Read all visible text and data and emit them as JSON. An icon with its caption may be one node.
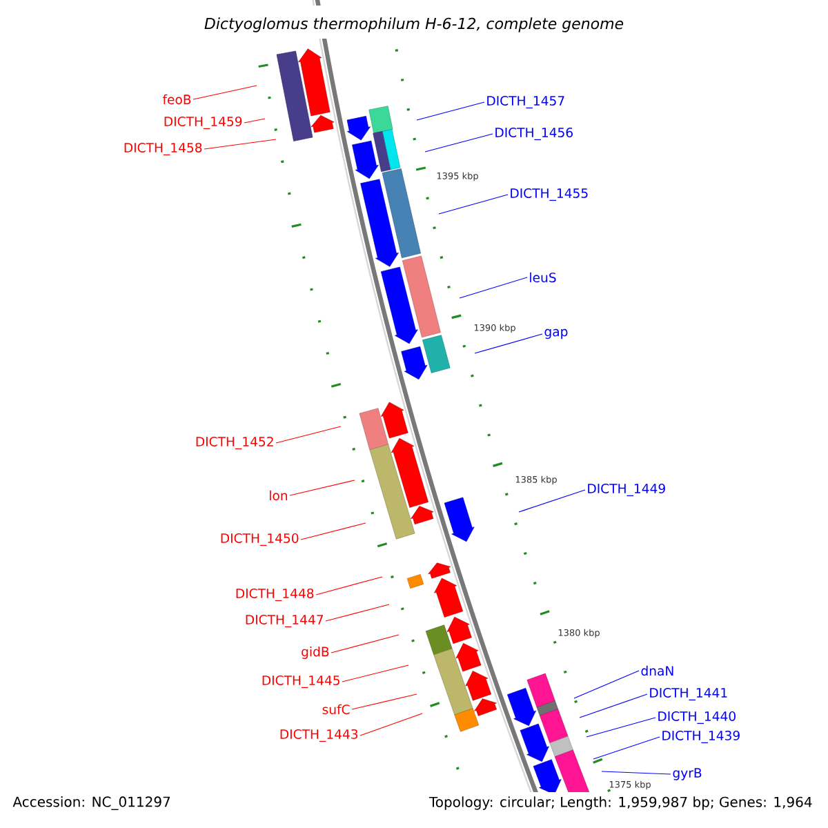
{
  "diagram": {
    "title": "*Dictyoglomus thermophilum* H-6-12, complete genome",
    "nodes": [
      {
        "text": [
          "feoB"
        ]
      },
      {
        "text": [
          "DICTH_1457"
        ]
      },
      {
        "text": [
          "DICTH_1459"
        ]
      },
      {
        "text": [
          "DICTH_1456"
        ]
      },
      {
        "text": [
          "DICTH_1458"
        ]
      },
      {
        "text": [
          "DICTH_1455"
        ]
      },
      {
        "text": [
          "leuS"
        ]
      },
      {
        "text": [
          "gap"
        ]
      },
      {
        "text": [
          "DICTH_1452"
        ]
      },
      {
        "text": [
          "DICTH_1449"
        ]
      },
      {
        "text": [
          "lon"
        ]
      },
      {
        "text": [
          "DICTH_1450"
        ]
      },
      {
        "text": [
          "DICTH_1448"
        ]
      },
      {
        "text": [
          "DICTH_1447"
        ]
      },
      {
        "text": [
          "gidB"
        ]
      },
      {
        "text": [
          "dnaN"
        ]
      },
      {
        "text": [
          "DICTH_1445"
        ]
      },
      {
        "text": [
          "DICTH_1441"
        ]
      },
      {
        "text": [
          "sufC"
        ]
      },
      {
        "text": [
          "DICTH_1440"
        ]
      },
      {
        "text": [
          "DICTH_1443"
        ]
      },
      {
        "text": [
          "DICTH_1439"
        ]
      },
      {
        "text": [
          "gyrB"
        ]
      }
    ],
    "edges": [
      {
        "from": 0,
        "to": null,
        "arrow": "none"
      },
      {
        "from": 1,
        "to": null,
        "arrow": "none",
        "color": "#0000ff"
      },
      {
        "from": 2,
        "to": null,
        "arrow": "none"
      },
      {
        "from": 3,
        "to": null,
        "arrow": "none",
        "color": "#0000ff"
      },
      {
        "from": 4,
        "to": null,
        "arrow": "none"
      },
      {
        "from": 5,
        "to": null,
        "arrow": "none",
        "color": "#0000ff"
      },
      {
        "from": 6,
        "to": null,
        "arrow": "none",
        "color": "#0000ff"
      },
      {
        "from": 7,
        "to": null,
        "arrow": "none",
        "color": "#0000ff"
      },
      {
        "from": 8,
        "to": null,
        "arrow": "none"
      },
      {
        "from": 9,
        "to": null,
        "arrow": "none",
        "color": "#0000ff"
      },
      {
        "from": 10,
        "to": null,
        "arrow": "none"
      },
      {
        "from": 11,
        "to": null,
        "arrow": "none"
      },
      {
        "from": 12,
        "to": null,
        "arrow": "none"
      },
      {
        "from": 13,
        "to": null,
        "arrow": "none"
      },
      {
        "from": 14,
        "to": null,
        "arrow": "none"
      },
      {
        "from": 15,
        "to": null,
        "arrow": "none",
        "color": "#0000ff"
      },
      {
        "from": 16,
        "to": null,
        "arrow": "none"
      },
      {
        "from": 17,
        "to": null,
        "arrow": "none",
        "color": "#0000ff"
      },
      {
        "from": 18,
        "to": null,
        "arrow": "none"
      },
      {
        "from": 19,
        "to": null,
        "arrow": "none",
        "color": "#0000ff"
      },
      {
        "from": 20,
        "to": null,
        "arrow": "none"
      },
      {
        "from": 21,
        "to": null,
        "arrow": "none",
        "color": "#0000ff"
      },
      {
        "from": 22,
        "to": null,
        "arrow": "none",
        "color": "#0000ff"
      }
    ],
    "labels": [
      "1395 kbp",
      "1390 kbp",
      "1385 kbp",
      "1380 kbp",
      "1375 kbp",
      "Accession: NC_011297",
      "Topology: circular; Length: 1,959,987 bp; Genes: 1,964"
    ]
  }
}
